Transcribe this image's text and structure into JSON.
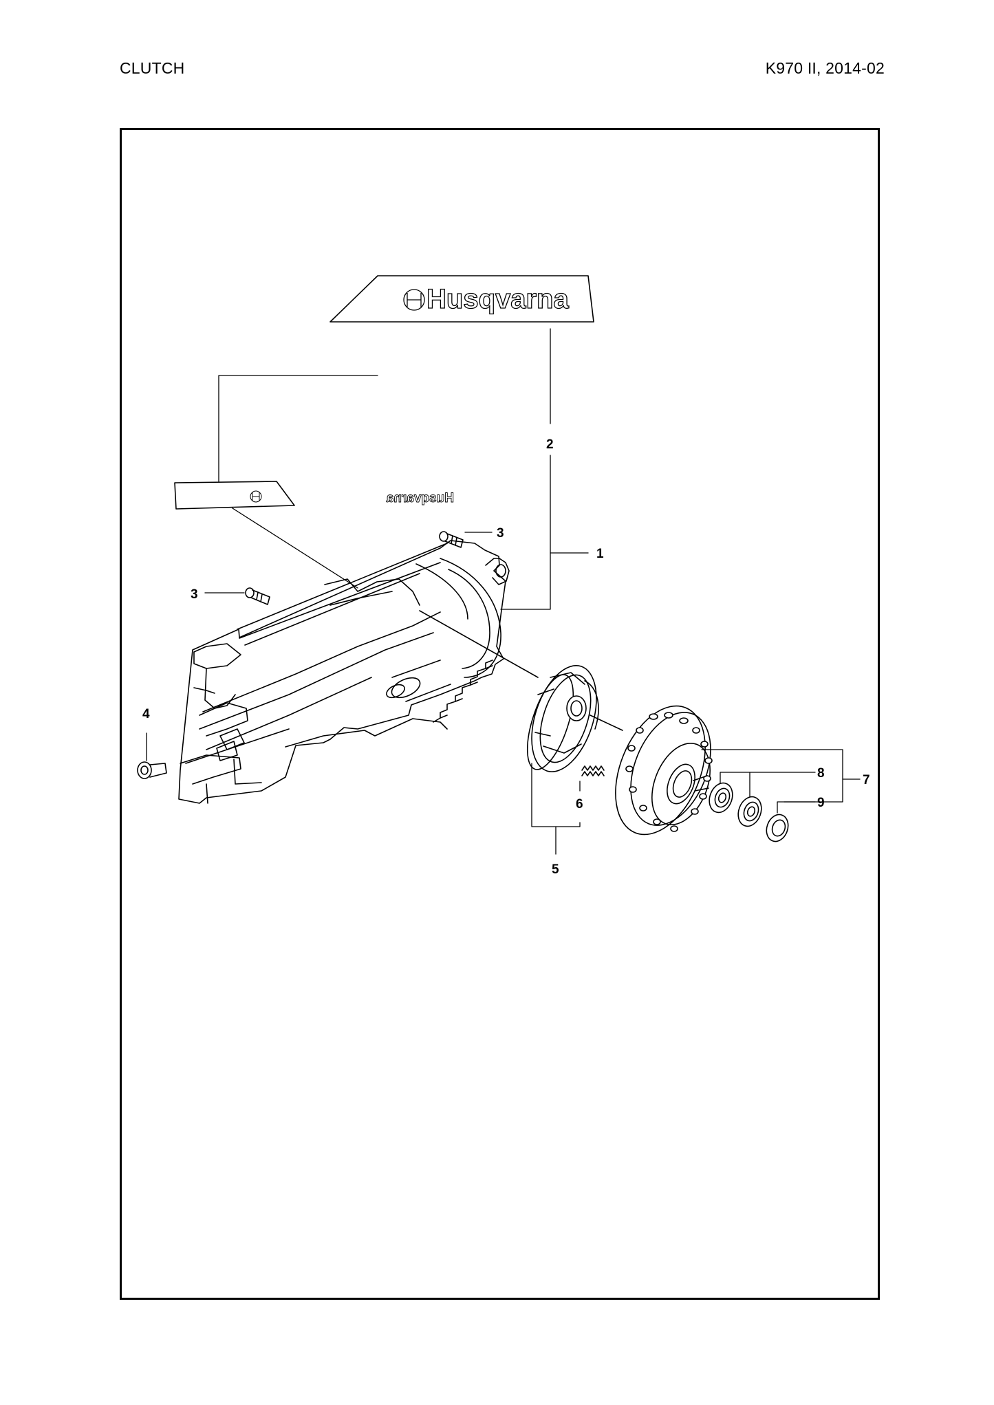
{
  "header": {
    "section_title": "CLUTCH",
    "model_date": "K970 II, 2014-02"
  },
  "diagram": {
    "decal_large_text": "Husqvarna",
    "decal_small_text": "Husqvarna",
    "callouts": {
      "c1": "1",
      "c2": "2",
      "c3a": "3",
      "c3b": "3",
      "c4": "4",
      "c5": "5",
      "c6": "6",
      "c7": "7",
      "c8": "8",
      "c9": "9"
    }
  }
}
